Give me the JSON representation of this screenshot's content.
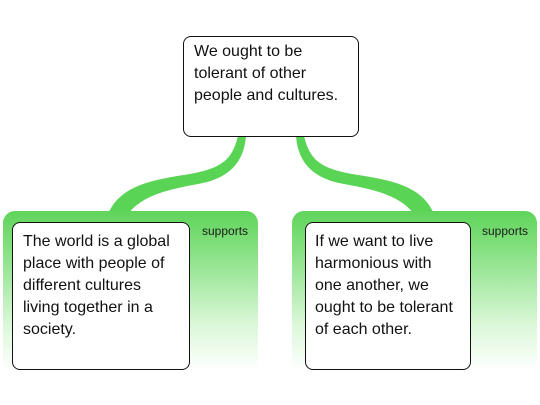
{
  "claim": {
    "text": "We ought to be tolerant of other people and cultures."
  },
  "premises": [
    {
      "text": "The world is a global place with people of different cultures living together in a society.",
      "relation": "supports"
    },
    {
      "text": "If we want to live harmonious with one another, we ought to be tolerant of each other.",
      "relation": "supports"
    }
  ],
  "colors": {
    "connector": "#5ad455",
    "panel_top": "#5fd45a",
    "box_border": "#111111"
  }
}
